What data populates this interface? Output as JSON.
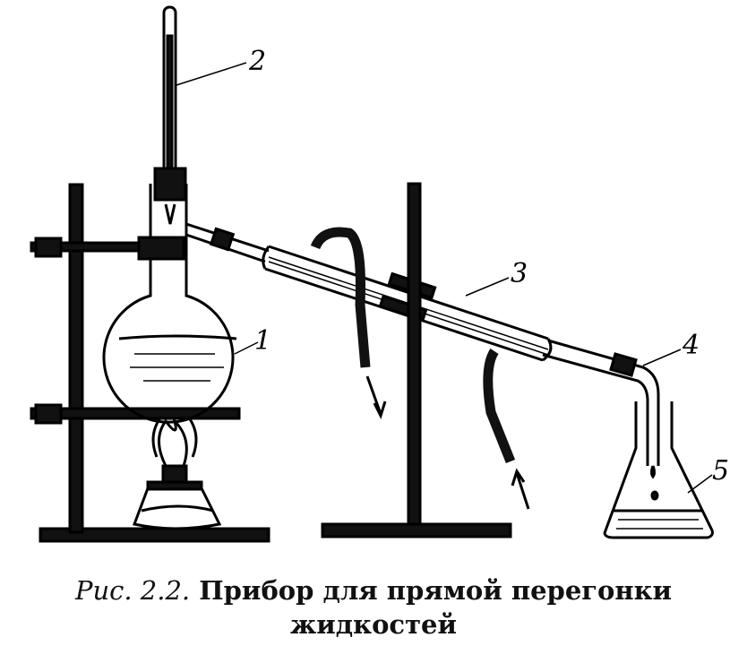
{
  "figure": {
    "labels": {
      "flask": "1",
      "thermometer": "2",
      "condenser": "3",
      "adapter": "4",
      "receiver": "5"
    },
    "caption": {
      "prefix": "Рис. 2.2.",
      "line1": "Прибор для прямой перегонки",
      "line2": "жидкостей"
    }
  }
}
